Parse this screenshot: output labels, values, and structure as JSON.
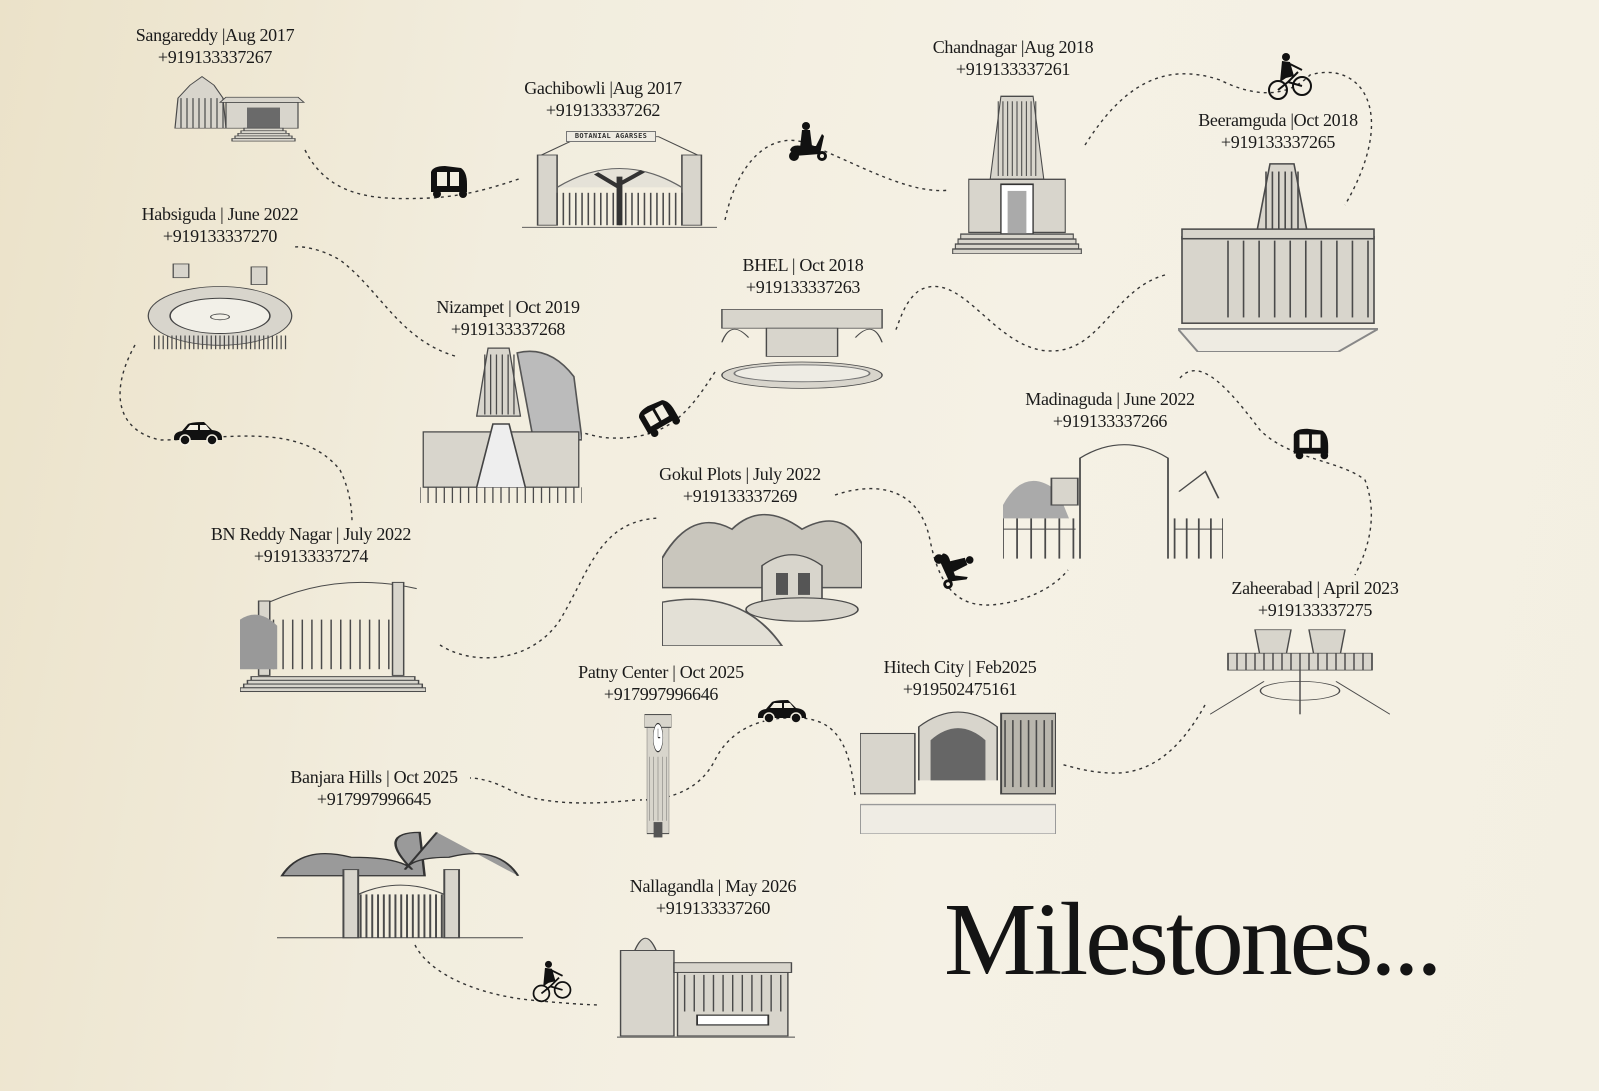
{
  "title": "Milestones...",
  "milestones": [
    {
      "label": "Sangareddy |Aug 2017",
      "phone": "+919133337267",
      "illustration": "temple-icon"
    },
    {
      "label": "Gachibowli |Aug 2017",
      "phone": "+919133337262",
      "illustration": "garden-gate-icon",
      "sign": "BOTANIAL AGARSES"
    },
    {
      "label": "Chandnagar |Aug 2018",
      "phone": "+919133337261",
      "illustration": "gopuram-icon"
    },
    {
      "label": "Beeramguda |Oct 2018",
      "phone": "+919133337265",
      "illustration": "temple-hall-icon"
    },
    {
      "label": "BHEL | Oct 2018",
      "phone": "+919133337263",
      "illustration": "fountain-icon"
    },
    {
      "label": "Nizampet | Oct 2019",
      "phone": "+919133337268",
      "illustration": "hill-temple-icon"
    },
    {
      "label": "Habsiguda | June 2022",
      "phone": "+919133337270",
      "illustration": "stadium-icon"
    },
    {
      "label": "BN Reddy Nagar | July 2022",
      "phone": "+919133337274",
      "illustration": "arch-gate-icon"
    },
    {
      "label": "Gokul Plots | July 2022",
      "phone": "+919133337269",
      "illustration": "park-icon"
    },
    {
      "label": "Madinaguda | June 2022",
      "phone": "+919133337266",
      "illustration": "park-gate-icon"
    },
    {
      "label": "Zaheerabad | April 2023",
      "phone": "+919133337275",
      "illustration": "plaza-icon"
    },
    {
      "label": "Hitech City  | Feb2025",
      "phone": "+919502475161",
      "illustration": "arch-building-icon"
    },
    {
      "label": "Patny Center  | Oct 2025",
      "phone": "+917997996646",
      "illustration": "clock-tower-icon"
    },
    {
      "label": "Banjara Hills | Oct 2025",
      "phone": "+917997996645",
      "illustration": "peacock-gate-icon"
    },
    {
      "label": "Nallagandla | May 2026",
      "phone": "+919133337260",
      "illustration": "shrine-icon"
    }
  ],
  "vehicles": [
    "auto-rickshaw-icon",
    "scooter-icon",
    "bicycle-icon",
    "auto-rickshaw-icon",
    "car-icon",
    "scooter-icon",
    "auto-rickshaw-icon",
    "car-icon",
    "bicycle-icon"
  ]
}
